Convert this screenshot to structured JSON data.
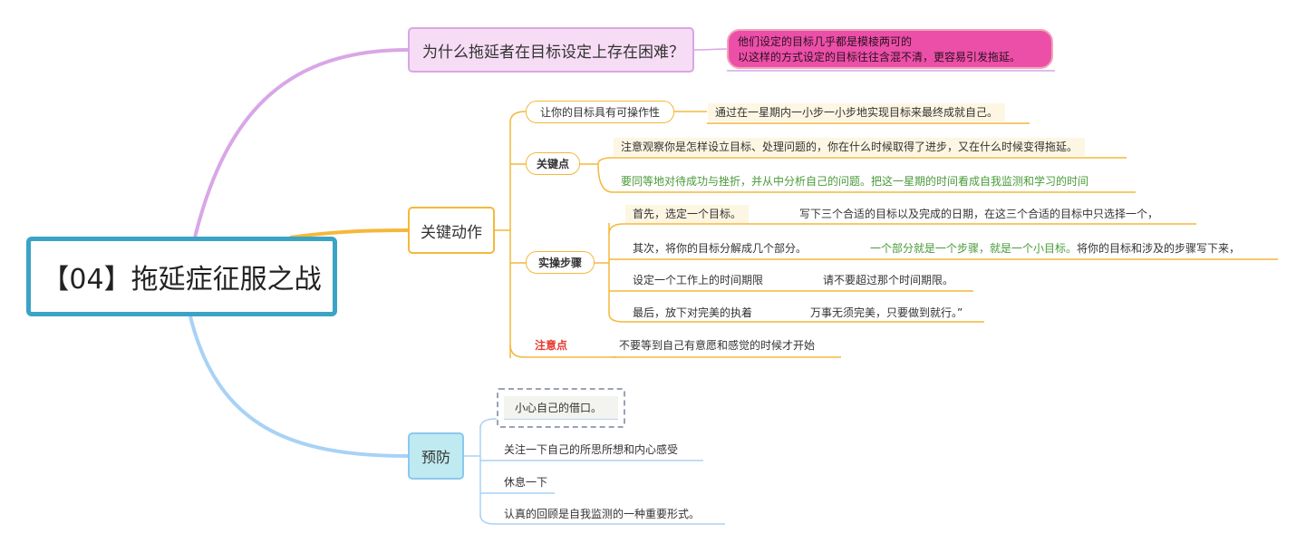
{
  "root": {
    "title": "【04】拖延症征服之战"
  },
  "colors": {
    "root_border": "#3aa3c6",
    "branch_purple": "#d9a6e6",
    "branch_orange": "#f4b83a",
    "branch_blue": "#8cc8f0",
    "callout_pink": "#ec4fa8",
    "green_text": "#4a9a3a",
    "red_text": "#e63a2e"
  },
  "branch_why": {
    "title": "为什么拖延者在目标设定上存在困难？",
    "note": [
      "他们设定的目标几乎都是模棱两可的",
      "以这样的方式设定的目标往往含混不清，更容易引发拖延。"
    ]
  },
  "branch_actions": {
    "title": "关键动作",
    "operable": {
      "label": "让你的目标具有可操作性",
      "detail": "通过在一星期内一小步一小步地实现目标来最终成就自己。"
    },
    "key_points": {
      "label": "关键点",
      "items": [
        "注意观察你是怎样设立目标、处理问题的，你在什么时候取得了进步，又在什么时候变得拖延。",
        "要同等地对待成功与挫折，并从中分析自己的问题。把这一星期的时间看成自我监测和学习的时间"
      ]
    },
    "steps": {
      "label": "实操步骤",
      "items": [
        {
          "step": "首先，选定一个目标。",
          "detail": "写下三个合适的目标以及完成的日期，在这三个合适的目标中只选择一个，"
        },
        {
          "step": "其次，将你的目标分解成几个部分。",
          "detail_green": "一个部分就是一个步骤，就是一个小目标。",
          "detail": "将你的目标和涉及的步骤写下来，"
        },
        {
          "step": "设定一个工作上的时间期限",
          "detail": "请不要超过那个时间期限。"
        },
        {
          "step": "最后，放下对完美的执着",
          "detail": "万事无须完美，只要做到就行。”"
        }
      ]
    },
    "caution": {
      "label": "注意点",
      "detail": "不要等到自己有意愿和感觉的时候才开始"
    }
  },
  "branch_prevent": {
    "title": "预防",
    "items": [
      "小心自己的借口。",
      "关注一下自己的所思所想和内心感受",
      "休息一下",
      "认真的回顾是自我监测的一种重要形式。"
    ]
  }
}
